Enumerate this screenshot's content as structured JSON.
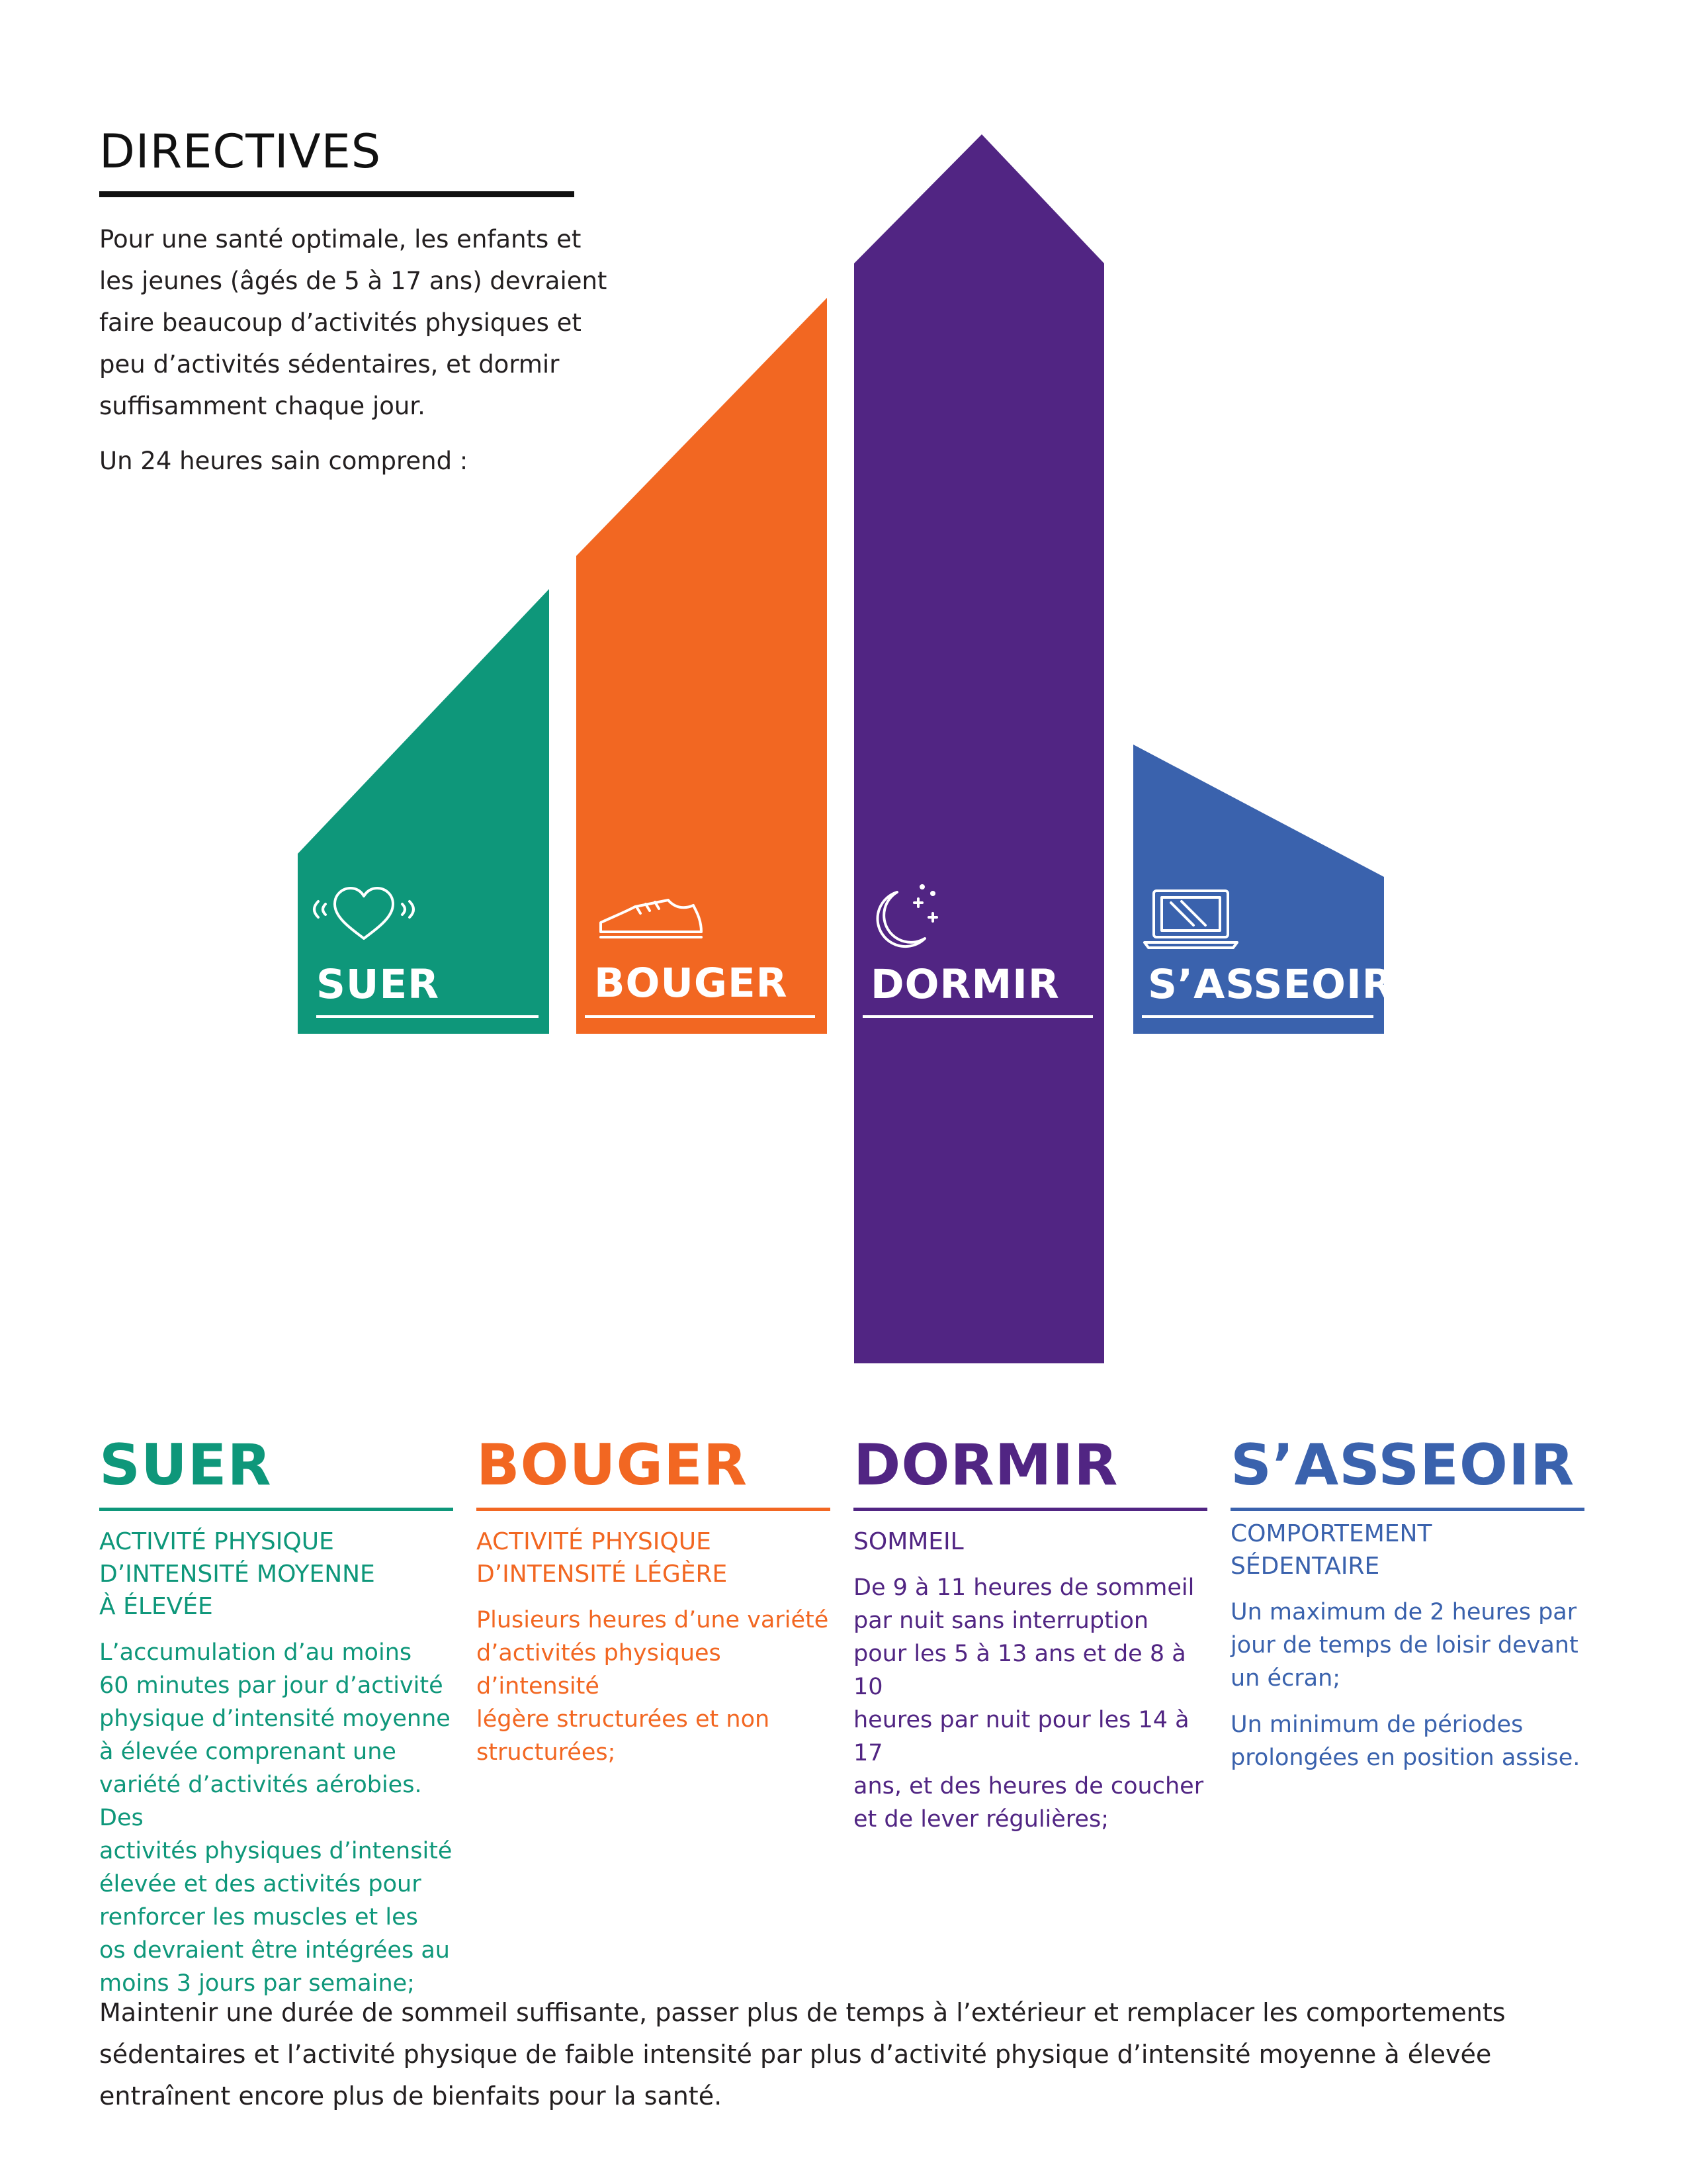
{
  "intro": {
    "title": "DIRECTIVES",
    "paragraph": "Pour une santé optimale, les enfants et les jeunes (âgés de 5 à 17 ans) devraient faire beaucoup d’activités physiques et peu d’activités sédentaires, et dormir suffisamment chaque jour.",
    "lead": "Un 24 heures sain comprend :"
  },
  "colors": {
    "suer": "#0e977a",
    "bouger": "#f26722",
    "dormir": "#512583",
    "sasseoir": "#3a62ad"
  },
  "graphic": {
    "suer": {
      "label": "SUER",
      "icon": "heartbeat-icon"
    },
    "bouger": {
      "label": "BOUGER",
      "icon": "sneaker-icon"
    },
    "dormir": {
      "label": "DORMIR",
      "icon": "moon-stars-icon"
    },
    "sasseoir": {
      "label": "S’ASSEOIR",
      "icon": "laptop-icon"
    }
  },
  "columns": {
    "suer": {
      "title": "SUER",
      "subtitle_lines": [
        "ACTIVITÉ PHYSIQUE",
        "D’INTENSITÉ MOYENNE",
        "À ÉLEVÉE"
      ],
      "body_lines": [
        "L’accumulation d’au moins",
        "60 minutes par jour d’activité",
        "physique d’intensité moyenne",
        "à élevée comprenant une",
        "variété d’activités aérobies. Des",
        "activités physiques d’intensité",
        "élevée et des activités pour",
        "renforcer les muscles et les",
        "os devraient être intégrées au",
        "moins 3 jours par semaine;"
      ]
    },
    "bouger": {
      "title": "BOUGER",
      "subtitle_lines": [
        "ACTIVITÉ PHYSIQUE",
        "D’INTENSITÉ LÉGÈRE"
      ],
      "body_lines": [
        "Plusieurs heures d’une variété",
        "d’activités physiques d’intensité",
        "légère structurées et non",
        "structurées;"
      ]
    },
    "dormir": {
      "title": "DORMIR",
      "subtitle_lines": [
        "SOMMEIL"
      ],
      "body_lines": [
        "De 9 à 11 heures de sommeil",
        "par nuit sans interruption",
        "pour les 5 à 13 ans et de 8 à 10",
        "heures par nuit pour les 14 à 17",
        "ans, et des heures de coucher",
        "et de lever régulières;"
      ]
    },
    "sasseoir": {
      "title": "S’ASSEOIR",
      "subtitle_lines": [
        "COMPORTEMENT",
        "SÉDENTAIRE"
      ],
      "paragraph1_lines": [
        "Un maximum de 2 heures par",
        "jour de temps de loisir devant",
        "un écran;"
      ],
      "paragraph2_lines": [
        "Un minimum de périodes",
        "prolongées en position assise."
      ]
    }
  },
  "footer": "Maintenir une durée de sommeil suffisante, passer plus de temps à l’extérieur et remplacer les comportements sédentaires et l’activité physique de faible intensité par plus d’activité physique d’intensité moyenne à élevée entraînent encore plus de bienfaits pour la santé."
}
